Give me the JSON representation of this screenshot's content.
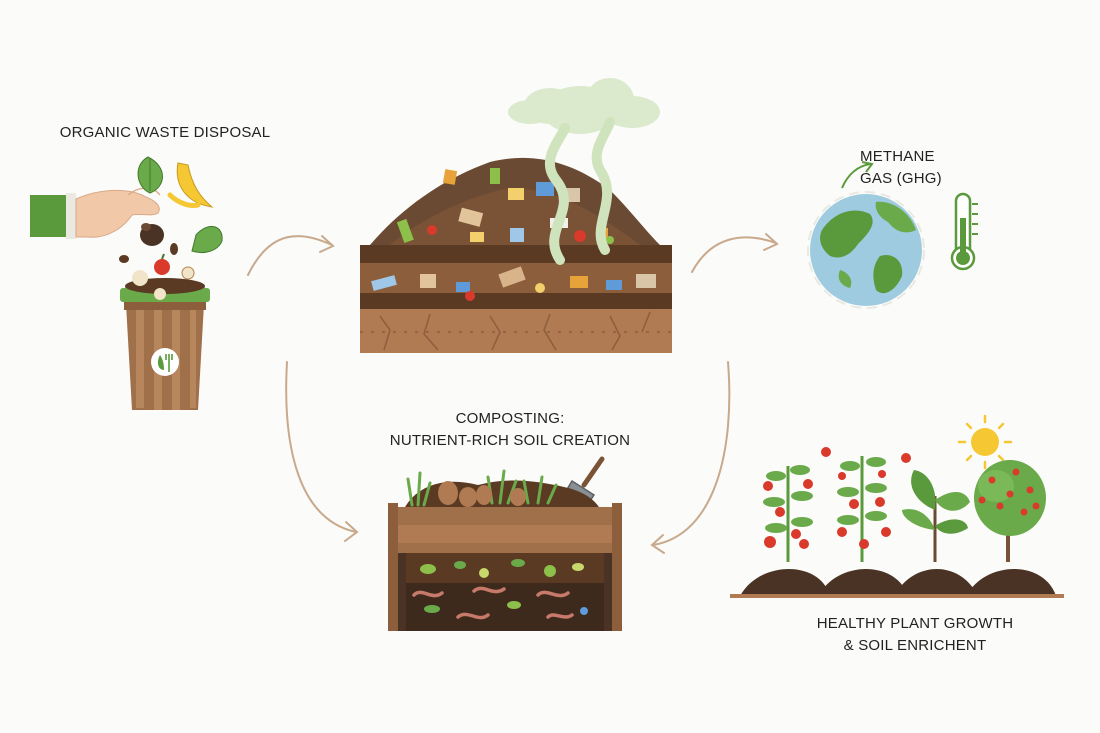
{
  "labels": {
    "disposal": "ORGANIC WASTE DISPOSAL",
    "methane_line1": "METHANE",
    "methane_line2": "GAS (GHG)",
    "compost_line1": "COMPOSTING:",
    "compost_line2": "NUTRIENT-RICH SOIL CREATION",
    "plant_line1": "HEALTHY PLANT GROWTH",
    "plant_line2": "& SOIL ENRICHENT"
  },
  "colors": {
    "soil_dark": "#4a3324",
    "soil_mid": "#7a5236",
    "soil_light": "#b07a52",
    "leaf_green": "#5a9a3c",
    "smoke_green": "#d8e8c8",
    "arrow": "#c9a98c",
    "bin_brown": "#a0704a",
    "tomato_red": "#d93a2b"
  },
  "icons": {
    "hand": "hand-icon",
    "bin": "compost-bin-icon",
    "globe": "earth-globe-icon",
    "thermometer": "thermometer-icon",
    "cloud": "cloud-icon",
    "sun": "sun-icon",
    "shovel": "shovel-icon"
  }
}
